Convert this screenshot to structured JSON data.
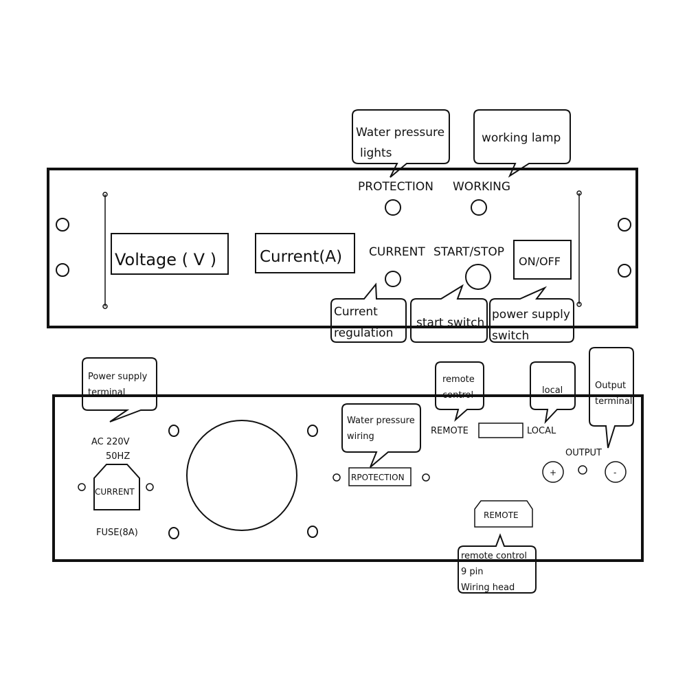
{
  "front_panel": {
    "labels": {
      "protection": "PROTECTION",
      "working": "WORKING",
      "current": "CURRENT",
      "start_stop": "START/STOP"
    },
    "displays": {
      "voltage": "Voltage ( V )",
      "current": "Current(A)"
    },
    "switch_label": "ON/OFF",
    "callouts": {
      "water_pressure_lights": [
        "Water pressure",
        "lights"
      ],
      "working_lamp": [
        "working lamp"
      ],
      "current_regulation": [
        "Current",
        "regulation"
      ],
      "start_switch": [
        "start switch"
      ],
      "power_supply_switch": [
        "power supply",
        "switch"
      ]
    }
  },
  "rear_panel": {
    "labels": {
      "ac_220v": "AC 220V",
      "hz_50": "50HZ",
      "fuse": "FUSE(8A)",
      "remote": "REMOTE",
      "local": "LOCAL",
      "output": "OUTPUT",
      "plus": "+",
      "minus": "-"
    },
    "power_socket_label": "CURRENT",
    "protection_connector_label": "RPOTECTION",
    "remote_connector_label": "REMOTE",
    "callouts": {
      "power_supply_terminal": [
        "Power supply",
        "terminal"
      ],
      "water_pressure_wiring": [
        "Water pressure",
        "wiring"
      ],
      "remote_control": [
        "remote",
        "control"
      ],
      "local": [
        "local"
      ],
      "output_terminal": [
        "Output",
        "terminal"
      ],
      "remote_control_9pin": [
        "remote control",
        "9 pin",
        "Wiring head"
      ]
    }
  }
}
